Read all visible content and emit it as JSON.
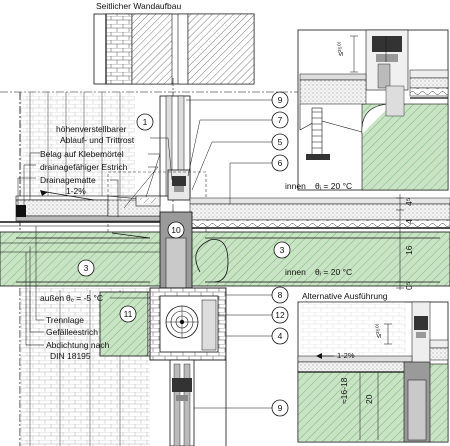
{
  "title": "Seitlicher Wandaufbau",
  "labels": {
    "drain": [
      "höhenverstellbarer",
      "Ablauf- und Trittrost"
    ],
    "belag": "Belag auf Klebemörtel",
    "estrich": "drainagefähiger Estrich",
    "matte": "Drainagematte",
    "slope_top": "1-2%",
    "innen_top": "innen",
    "theta_top": "θᵢ = 20 °C",
    "innen_mid": "innen",
    "theta_mid": "θᵢ = 20 °C",
    "aussen": "außen",
    "theta_out": "θₑ = -5 °C",
    "trennlage": "Trennlage",
    "gefaelle": "Gefälleestrich",
    "abdichtung": [
      "Abdichtung nach",
      "DIN 18195"
    ],
    "alt": "Alternative Ausführung",
    "slope_alt": "1-2%",
    "dim_top": "≤²⁵⁰⁾",
    "dim_alt": "≤²⁵⁰⁾"
  },
  "callouts": [
    "1",
    "9",
    "7",
    "5",
    "6",
    "10",
    "3",
    "3",
    "8",
    "12",
    "4",
    "11",
    "9"
  ],
  "dims": {
    "d1": "4⁵",
    "d2": "4",
    "d3": "16",
    "d4": "0⁵",
    "alt1": "≈16-18",
    "alt2": "20"
  },
  "colors": {
    "insulation": "#c9e4c4",
    "hatch": "#6aa86a",
    "line": "#111111"
  }
}
